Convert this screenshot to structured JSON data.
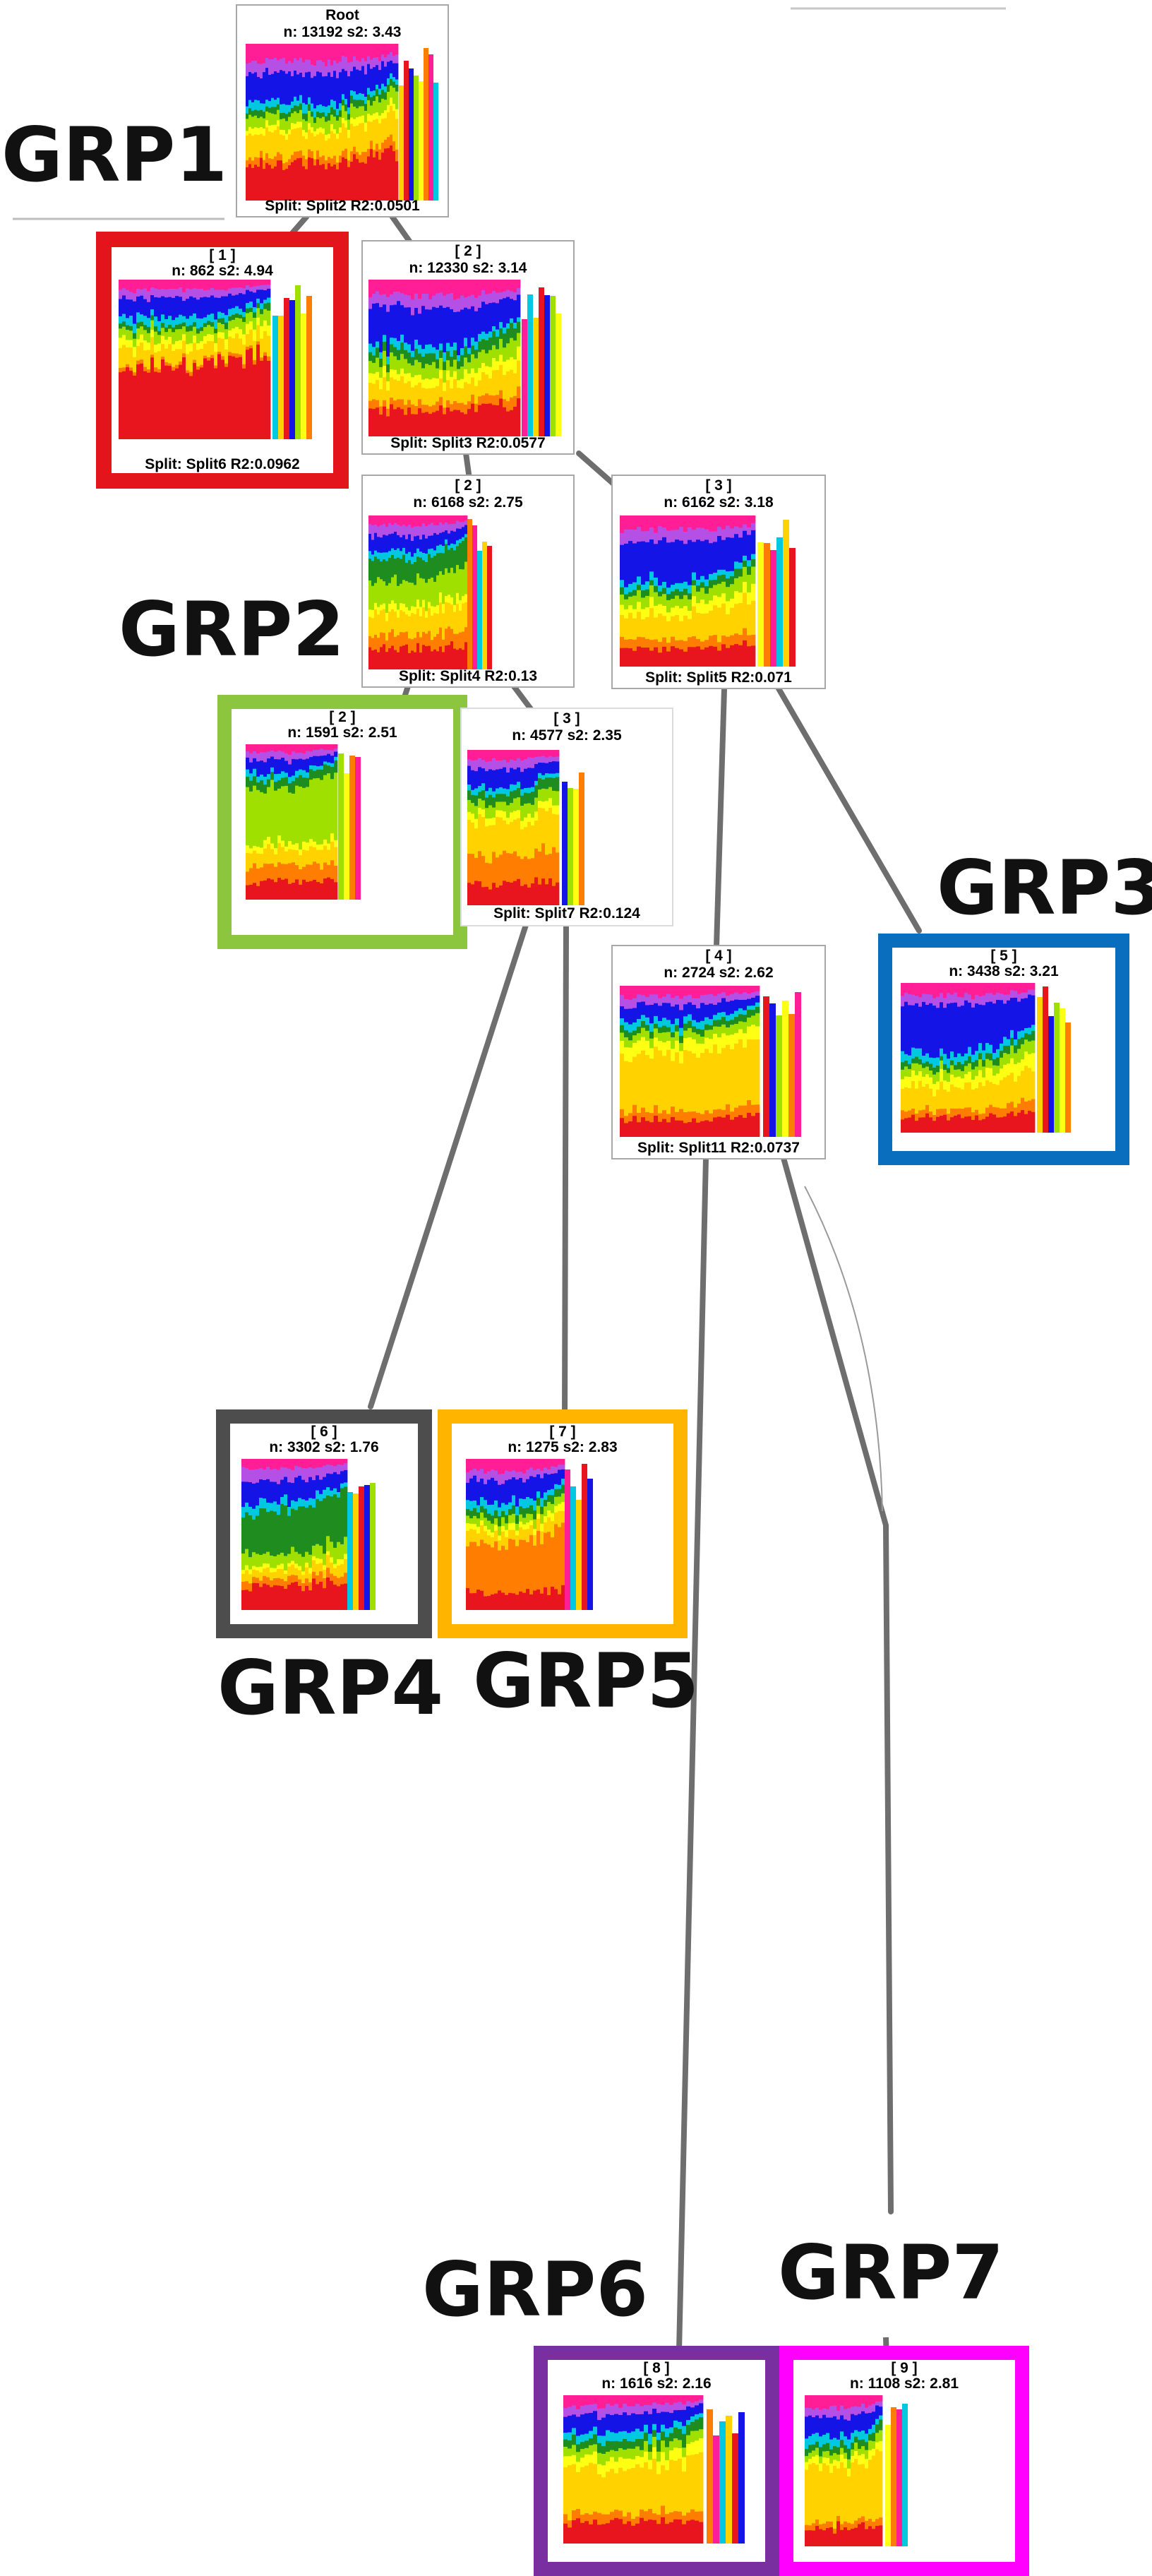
{
  "palette": [
    "#e8141e",
    "#ff7d00",
    "#ffd200",
    "#ffff14",
    "#a0e000",
    "#1e8c1e",
    "#00c8e0",
    "#1414e6",
    "#b450e6",
    "#ff1e96"
  ],
  "nodes": [
    {
      "id": "root",
      "title": "Root",
      "stats": "n: 13192 s2: 3.43",
      "split": "Split: Split2 R2:0.0501",
      "kind": "normal"
    },
    {
      "id": "n1",
      "title": "[ 1 ]",
      "stats": "n: 862 s2: 4.94",
      "split": "Split: Split6 R2:0.0962",
      "kind": "grp",
      "border": "#e4141c"
    },
    {
      "id": "n2",
      "title": "[ 2 ]",
      "stats": "n: 12330 s2: 3.14",
      "split": "Split: Split3 R2:0.0577",
      "kind": "normal"
    },
    {
      "id": "n2a",
      "title": "[ 2 ]",
      "stats": "n: 6168 s2: 2.75",
      "split": "Split: Split4 R2:0.13",
      "kind": "normal"
    },
    {
      "id": "n3",
      "title": "[ 3 ]",
      "stats": "n: 6162 s2: 3.18",
      "split": "Split: Split5 R2:0.071",
      "kind": "normal"
    },
    {
      "id": "n2b",
      "title": "[ 2 ]",
      "stats": "n: 1591 s2: 2.51",
      "split": "",
      "kind": "grp",
      "border": "#8cc63f"
    },
    {
      "id": "n3b",
      "title": "[ 3 ]",
      "stats": "n: 4577 s2: 2.35",
      "split": "Split: Split7 R2:0.124",
      "kind": "normal"
    },
    {
      "id": "n4",
      "title": "[ 4 ]",
      "stats": "n: 2724 s2: 2.62",
      "split": "Split: Split11 R2:0.0737",
      "kind": "normal"
    },
    {
      "id": "n5",
      "title": "[ 5 ]",
      "stats": "n: 3438 s2: 3.21",
      "split": "",
      "kind": "grp",
      "border": "#0a6ebe"
    },
    {
      "id": "n6",
      "title": "[ 6 ]",
      "stats": "n: 3302 s2: 1.76",
      "split": "",
      "kind": "grp",
      "border": "#4d4d4d"
    },
    {
      "id": "n7",
      "title": "[ 7 ]",
      "stats": "n: 1275 s2: 2.83",
      "split": "",
      "kind": "grp",
      "border": "#ffb400"
    },
    {
      "id": "n8",
      "title": "[ 8 ]",
      "stats": "n: 1616 s2: 2.16",
      "split": "",
      "kind": "grp",
      "border": "#7a2fa0"
    },
    {
      "id": "n9",
      "title": "[ 9 ]",
      "stats": "n: 1108 s2: 2.81",
      "split": "",
      "kind": "grp",
      "border": "#ff00ff"
    }
  ],
  "groups": [
    {
      "id": "g1",
      "label": "GRP1"
    },
    {
      "id": "g2",
      "label": "GRP2"
    },
    {
      "id": "g3",
      "label": "GRP3"
    },
    {
      "id": "g4",
      "label": "GRP4"
    },
    {
      "id": "g5",
      "label": "GRP5"
    },
    {
      "id": "g6",
      "label": "GRP6"
    },
    {
      "id": "g7",
      "label": "GRP7"
    }
  ]
}
